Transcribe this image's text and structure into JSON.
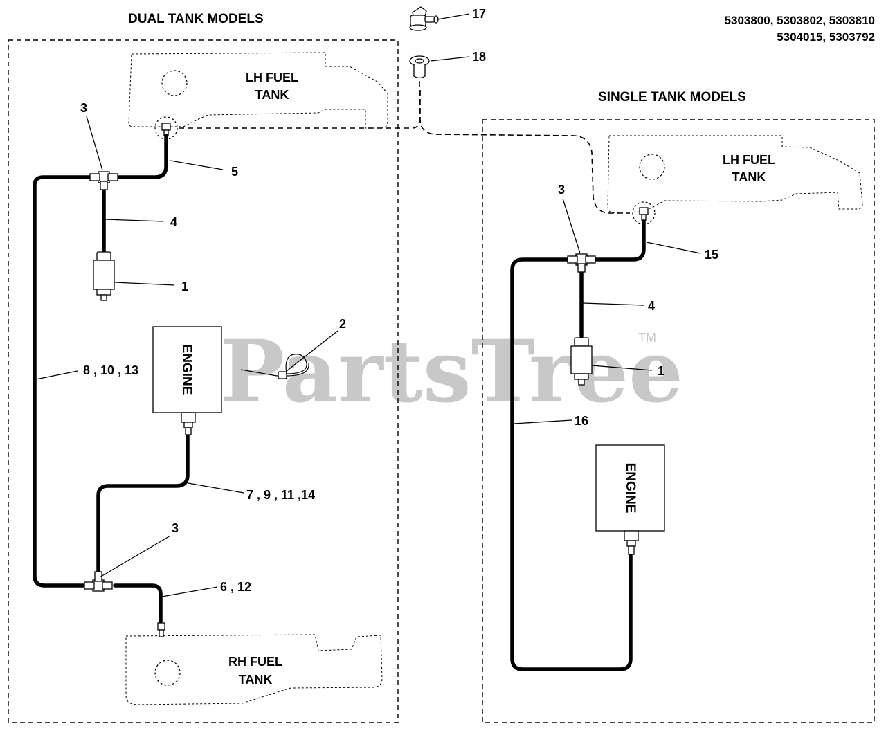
{
  "headers": {
    "dual": "DUAL TANK MODELS",
    "single": "SINGLE TANK MODELS",
    "models_line1": "5303800, 5303802, 5303810",
    "models_line2": "5304015, 5303792"
  },
  "tanks": {
    "dual_lh": [
      "LH FUEL",
      "TANK"
    ],
    "dual_rh": [
      "RH FUEL",
      "TANK"
    ],
    "single_lh": [
      "LH FUEL",
      "TANK"
    ]
  },
  "engine_label": "ENGINE",
  "watermark": {
    "text": "PartsTree",
    "tm": "TM"
  },
  "callouts": {
    "c17": "17",
    "c18": "18",
    "c3a": "3",
    "c5": "5",
    "c4a": "4",
    "c1a": "1",
    "c2": "2",
    "c8": "8 , 10 , 13",
    "c7": "7 , 9 , 11 ,14",
    "c3b": "3",
    "c6": "6 , 12",
    "c3c": "3",
    "c15": "15",
    "c4b": "4",
    "c1b": "1",
    "c16": "16"
  }
}
